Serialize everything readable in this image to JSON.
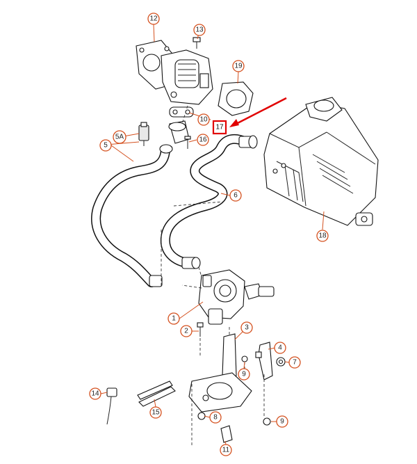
{
  "diagram": {
    "callouts": {
      "c12": "12",
      "c13": "13",
      "c19": "19",
      "c10": "10",
      "c17": "17",
      "c5a": "5A",
      "c5": "5",
      "c16": "16",
      "c6": "6",
      "c18": "18",
      "c1": "1",
      "c2": "2",
      "c3": "3",
      "c4": "4",
      "c7": "7",
      "c9a": "9",
      "c14": "14",
      "c15": "15",
      "c8": "8",
      "c9b": "9",
      "c11": "11"
    },
    "highlight_color": "#e10000",
    "callout_color": "#d4501e"
  }
}
